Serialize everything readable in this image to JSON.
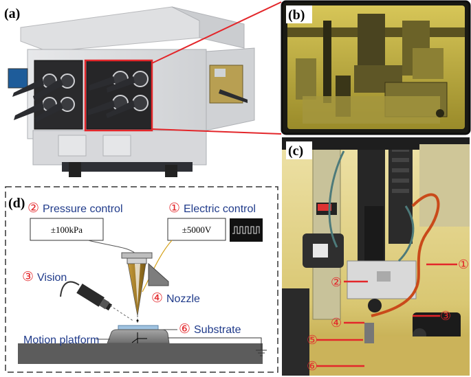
{
  "panels": {
    "a": {
      "label": "(a)"
    },
    "b": {
      "label": "(b)"
    },
    "c": {
      "label": "(c)",
      "markers": [
        "①",
        "②",
        "③",
        "④",
        "⑤",
        "⑥"
      ]
    },
    "d": {
      "label": "(d)",
      "pressure_control": {
        "num": "②",
        "text": "Pressure control",
        "value": "±100kPa"
      },
      "electric_control": {
        "num": "①",
        "text": "Electric control",
        "value": "±5000V"
      },
      "vision": {
        "num": "③",
        "text": "Vision"
      },
      "nozzle": {
        "num": "④",
        "text": "Nozzle"
      },
      "substrate": {
        "num": "⑥",
        "text": "Substrate"
      },
      "motion_platform": {
        "text": "Motion platform"
      }
    }
  },
  "colors": {
    "red": "#e3262a",
    "brass": "#b08a2e",
    "yellow": "#c9b63c"
  }
}
